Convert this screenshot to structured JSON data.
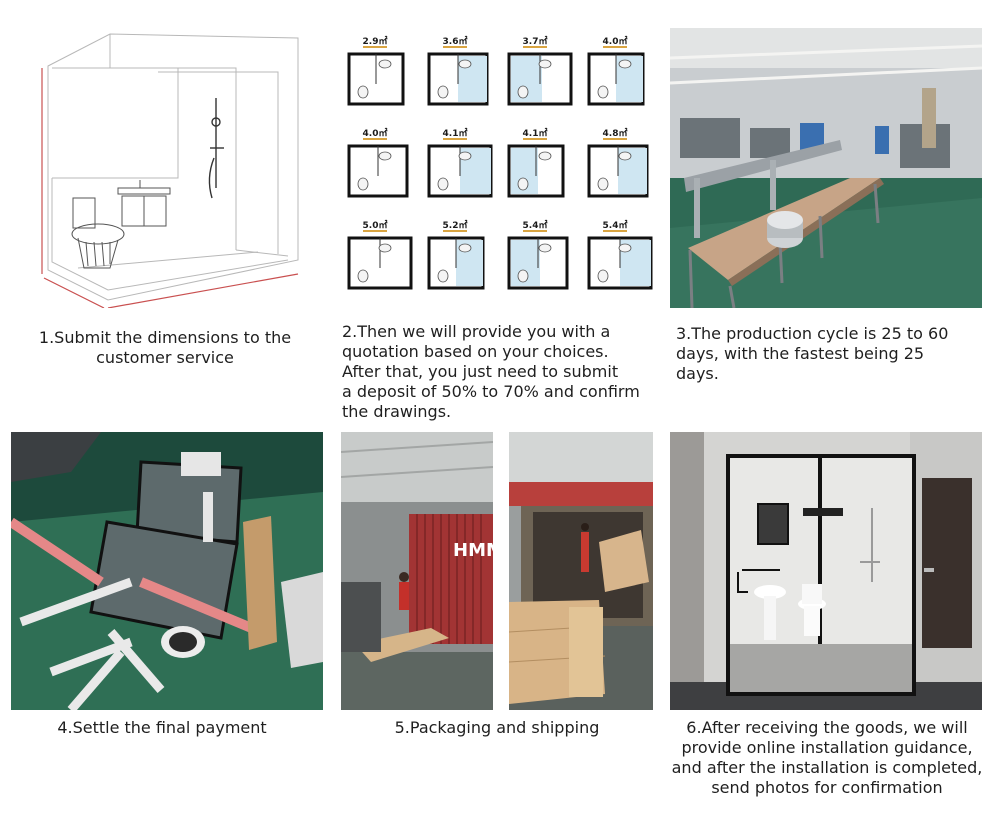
{
  "steps": [
    {
      "caption": "1.Submit the dimensions to the customer service"
    },
    {
      "caption_lines": [
        "2.Then we will provide you with a",
        "quotation based on your choices.",
        "After that, you just need to submit",
        "a deposit of 50% to 70% and confirm",
        "the drawings."
      ]
    },
    {
      "caption_lines": [
        "3.The production cycle is 25 to 60",
        "days, with the fastest being 25",
        "days."
      ]
    },
    {
      "caption": "4.Settle the final payment"
    },
    {
      "caption": "5.Packaging and shipping"
    },
    {
      "caption_lines": [
        "6.After receiving the goods, we will",
        "provide online installation guidance,",
        "and after the installation is completed,",
        "send photos for confirmation"
      ]
    }
  ],
  "floorplans": [
    "2.9㎡",
    "3.6㎡",
    "3.7㎡",
    "4.0㎡",
    "4.0㎡",
    "4.1㎡",
    "4.1㎡",
    "4.8㎡",
    "5.0㎡",
    "5.2㎡",
    "5.4㎡",
    "5.4㎡"
  ],
  "container_text": "HMM"
}
